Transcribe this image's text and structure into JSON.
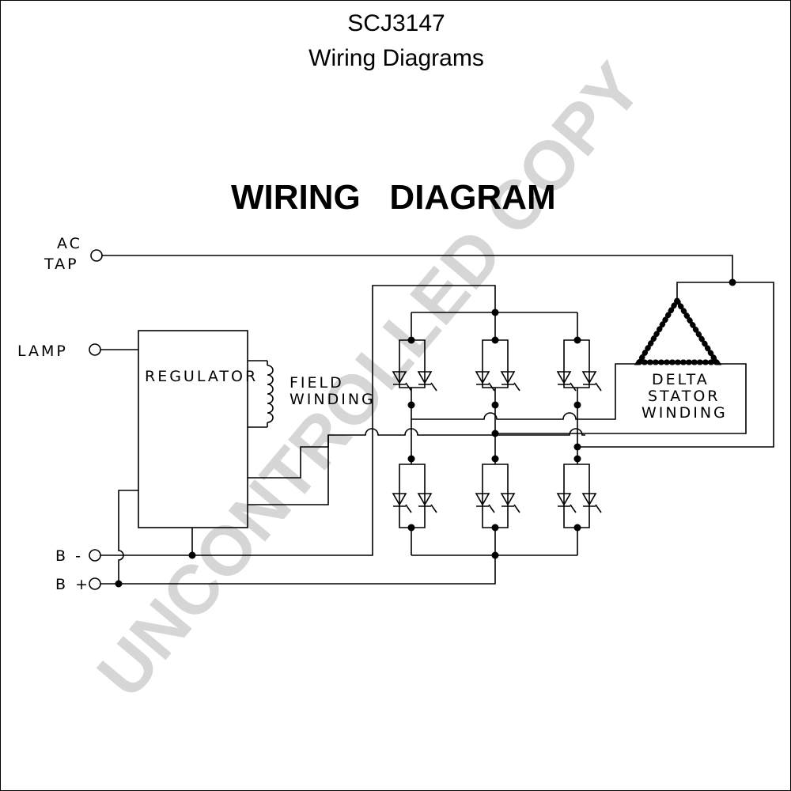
{
  "document": {
    "title": "SCJ3147",
    "subtitle": "Wiring Diagrams"
  },
  "diagram": {
    "heading": "WIRING   DIAGRAM",
    "terminals": {
      "ac_tap_line1": "AC",
      "ac_tap_line2": "TAP",
      "lamp": "LAMP",
      "b_minus": "B -",
      "b_plus": "B +"
    },
    "regulator_label": "REGULATOR",
    "field_winding_line1": "FIELD",
    "field_winding_line2": "WINDING",
    "stator_line1": "DELTA",
    "stator_line2": "STATOR",
    "stator_line3": "WINDING"
  },
  "watermark": "UNCONTROLLED COPY"
}
